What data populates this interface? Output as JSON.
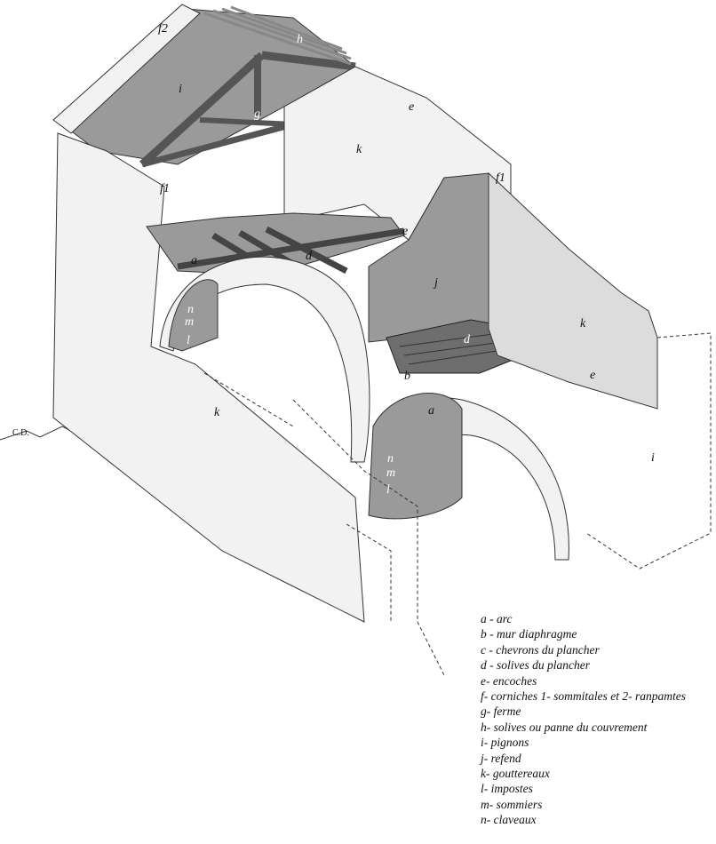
{
  "drawing": {
    "credit": "C.D.",
    "labels": {
      "f2": "f2",
      "h": "h",
      "i_top": "i",
      "g": "g",
      "e_top": "e",
      "k_top": "k",
      "f1_left": "f1",
      "f1_right": "f1",
      "e_mid": "e",
      "a_upper": "a",
      "d_upper": "d",
      "j": "j",
      "n_upper": "n",
      "m_upper": "m",
      "l_upper": "l",
      "k_right": "k",
      "d_lower": "d",
      "e_right": "e",
      "b": "b",
      "a_lower": "a",
      "k_front": "k",
      "n_lower": "n",
      "m_lower": "m",
      "l_lower": "l",
      "i_right": "i"
    }
  },
  "legend": [
    "a - arc",
    "b - mur diaphragme",
    "c - chevrons du plancher",
    "d - solives du plancher",
    "e- encoches",
    "f- corniches 1- sommitales et 2- ranpamtes",
    "g- ferme",
    "h- solives ou panne du couvrement",
    "i- pignons",
    "j- refend",
    "k- gouttereaux",
    "l- impostes",
    "m- sommiers",
    "n- claveaux"
  ]
}
